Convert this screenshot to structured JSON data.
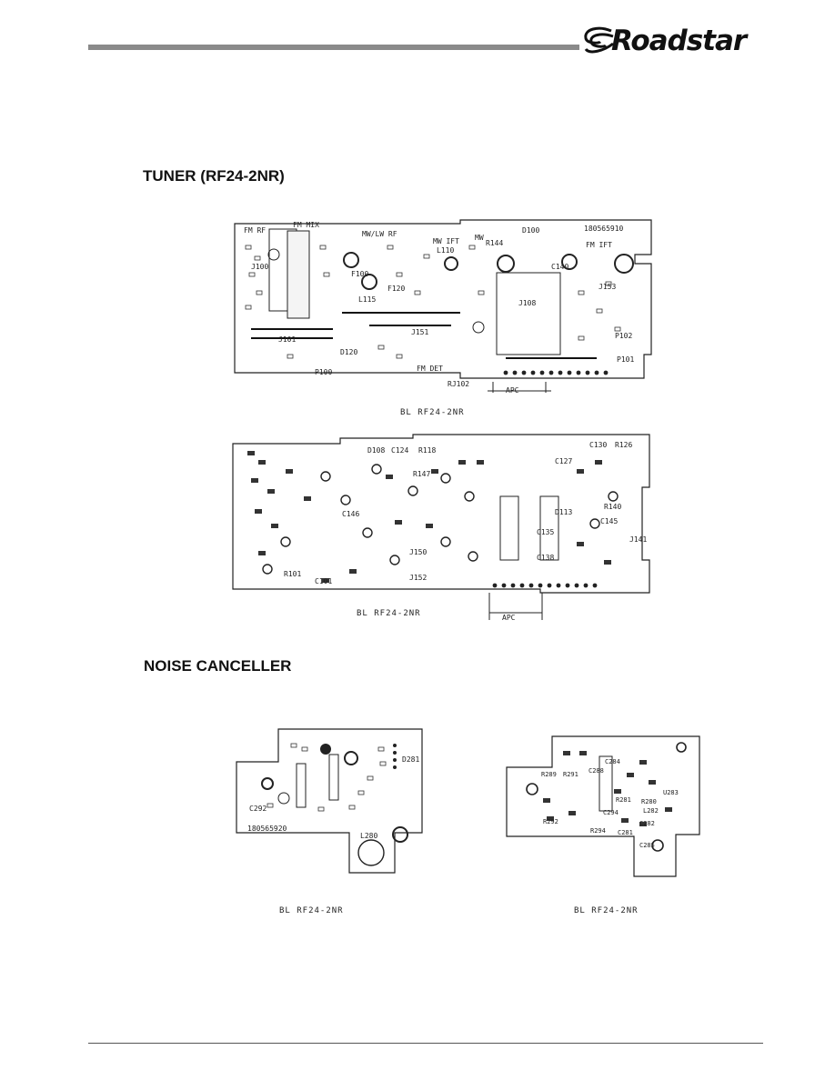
{
  "brand": {
    "name": "Roadstar"
  },
  "sections": {
    "tuner": {
      "title": "TUNER (RF24-2NR)",
      "top_board": {
        "caption": "BL RF24-2NR",
        "labels": [
          "FM RF",
          "FM MIX",
          "MW/LW RF",
          "MW IFT",
          "MW",
          "D100",
          "180565910",
          "FM IFT",
          "FM DET",
          "L110",
          "F100",
          "F120",
          "J101",
          "J100",
          "J108",
          "J151",
          "J153",
          "P100",
          "P101",
          "P102",
          "RJ102",
          "APC",
          "R144",
          "D120",
          "L115",
          "C140"
        ]
      },
      "bottom_board": {
        "caption": "BL RF24-2NR",
        "labels": [
          "C124",
          "R118",
          "D108",
          "C130",
          "R126",
          "R147",
          "C146",
          "R140",
          "C145",
          "C138",
          "J150",
          "J152",
          "J141",
          "C101",
          "R101",
          "D113",
          "C127",
          "C135",
          "APC"
        ]
      }
    },
    "noise_canceller": {
      "title": "NOISE CANCELLER",
      "left_board": {
        "caption": "BL RF24-2NR",
        "labels": [
          "C292",
          "180565920",
          "L280",
          "D281"
        ]
      },
      "right_board": {
        "caption": "BL RF24-2NR",
        "labels": [
          "R289",
          "R291",
          "C288",
          "R281",
          "C284",
          "R280",
          "R292",
          "C294",
          "R294",
          "C281",
          "C282",
          "C285",
          "U283",
          "L282"
        ]
      }
    }
  }
}
